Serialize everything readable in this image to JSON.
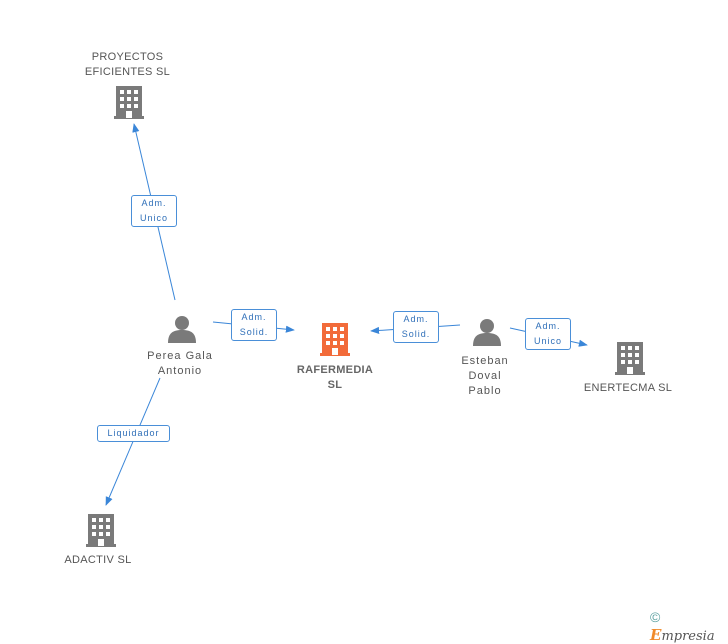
{
  "colors": {
    "edge": "#3a86d8",
    "icon_gray": "#7a7a7a",
    "icon_main": "#f26b3a",
    "label_text": "#2f6fb8"
  },
  "nodes": {
    "proyectos": {
      "line1": "PROYECTOS",
      "line2": "EFICIENTES SL",
      "icon": "building-icon"
    },
    "perea": {
      "line1": "Perea Gala",
      "line2": "Antonio",
      "icon": "person-icon"
    },
    "rafermedia": {
      "line1": "RAFERMEDIA",
      "line2": "SL",
      "icon": "building-icon"
    },
    "esteban": {
      "line1": "Esteban",
      "line2": "Doval",
      "line3": "Pablo",
      "icon": "person-icon"
    },
    "enertecma": {
      "line1": "ENERTECMA SL",
      "icon": "building-icon"
    },
    "adactiv": {
      "line1": "ADACTIV SL",
      "icon": "building-icon"
    }
  },
  "edges": {
    "perea_proyectos": {
      "line1": "Adm.",
      "line2": "Unico"
    },
    "perea_rafermedia": {
      "line1": "Adm.",
      "line2": "Solid."
    },
    "esteban_rafermedia": {
      "line1": "Adm.",
      "line2": "Solid."
    },
    "esteban_enertecma": {
      "line1": "Adm.",
      "line2": "Unico"
    },
    "perea_adactiv": {
      "line1": "Liquidador"
    }
  },
  "brand": {
    "copyright": "©",
    "name_first": "E",
    "name_rest": "mpresia"
  }
}
